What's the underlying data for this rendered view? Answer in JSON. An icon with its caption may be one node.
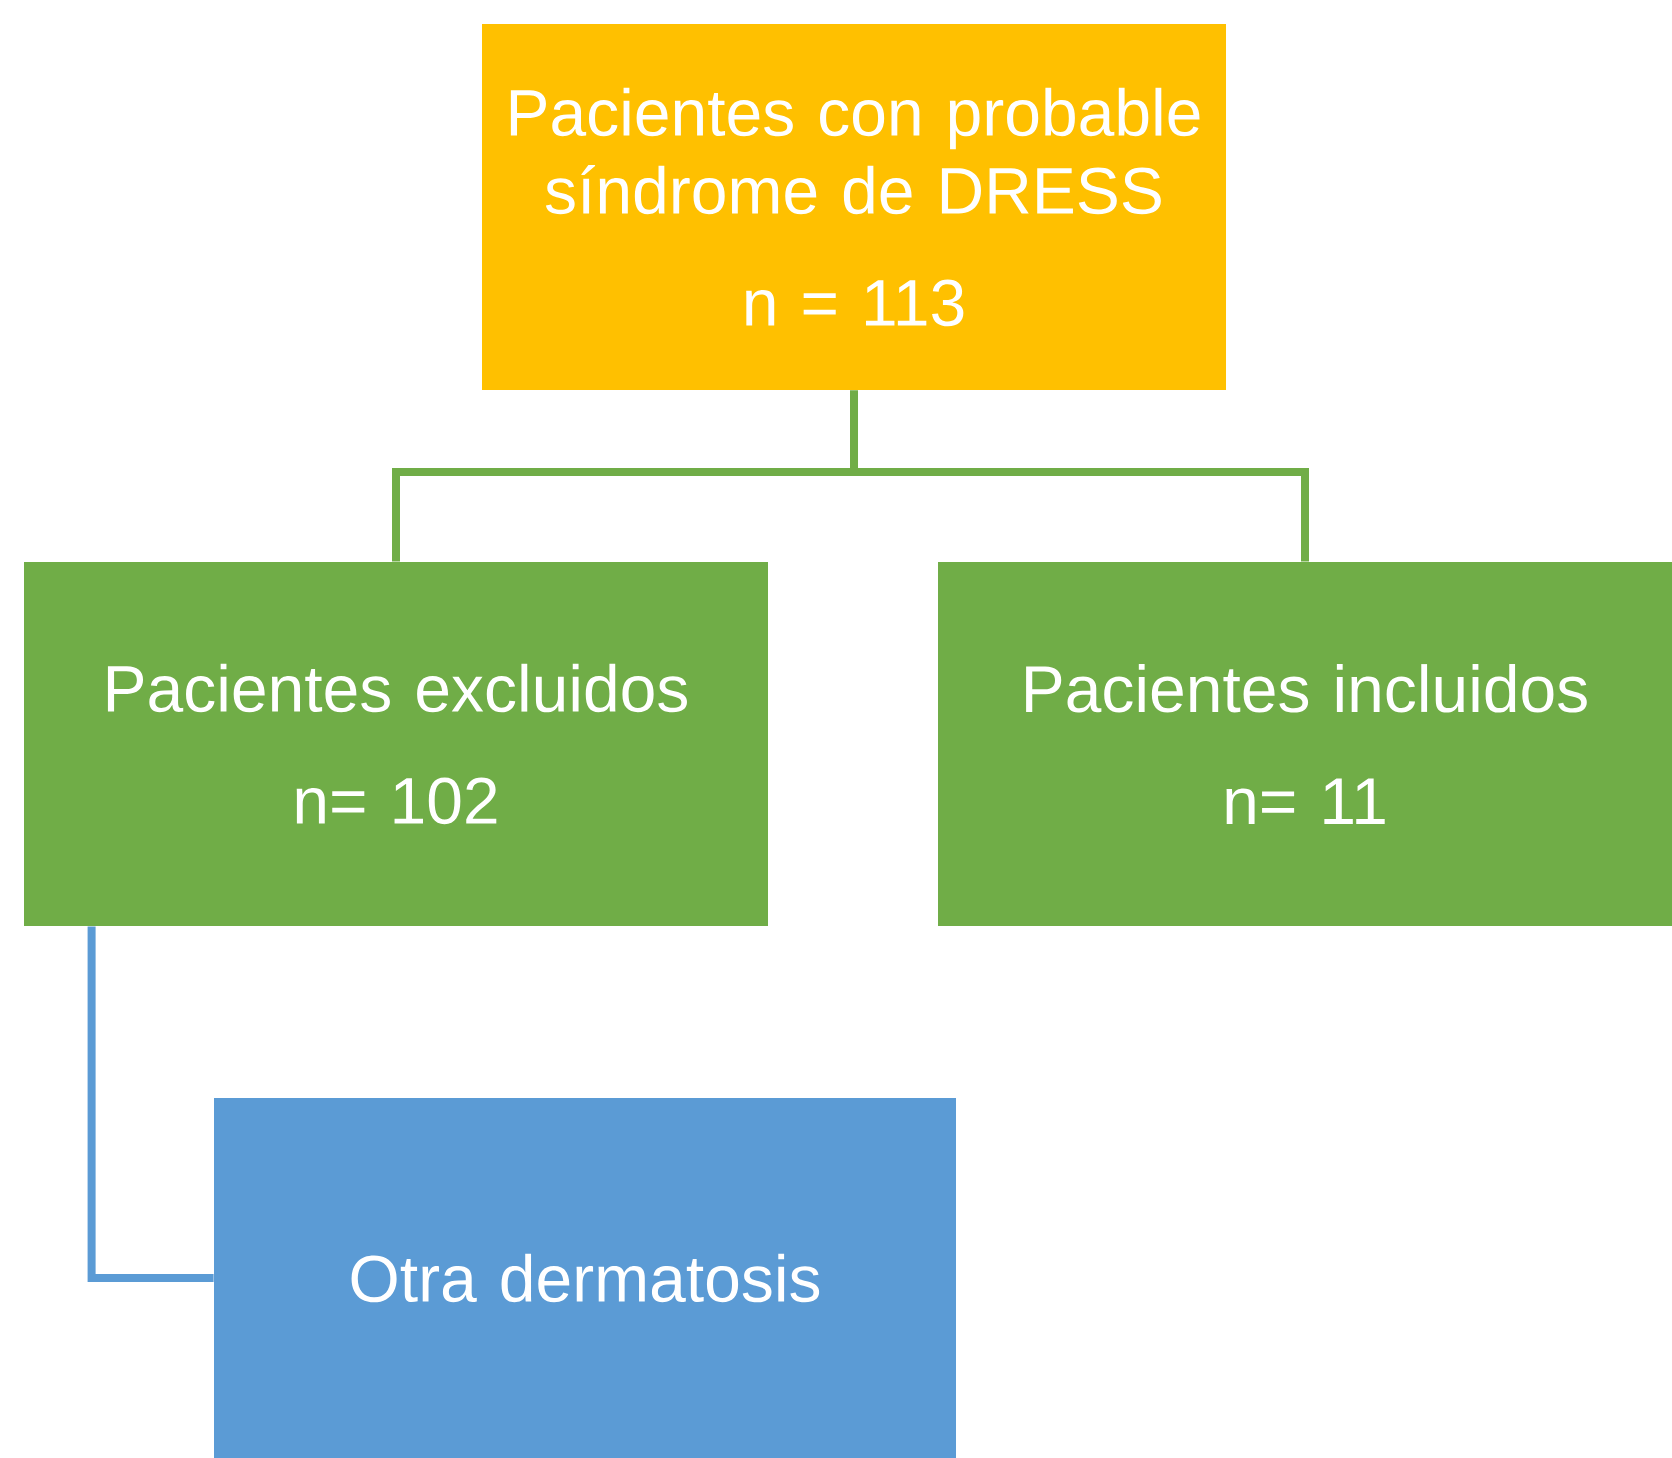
{
  "diagram": {
    "nodes": [
      {
        "text": [
          "Pacientes con probable síndrome de DRESS",
          "n = 113"
        ]
      },
      {
        "text": [
          "Pacientes excluidos",
          "n= 102"
        ]
      },
      {
        "text": [
          "Pacientes incluidos",
          "n= 11"
        ]
      },
      {
        "text": [
          "Otra dermatosis"
        ]
      }
    ],
    "edges": [
      {
        "from": 0,
        "to": 1,
        "arrow": "none"
      },
      {
        "from": 0,
        "to": 2,
        "arrow": "none"
      },
      {
        "from": 1,
        "to": 3,
        "arrow": "none",
        "color": "#5b9bd5"
      }
    ]
  }
}
